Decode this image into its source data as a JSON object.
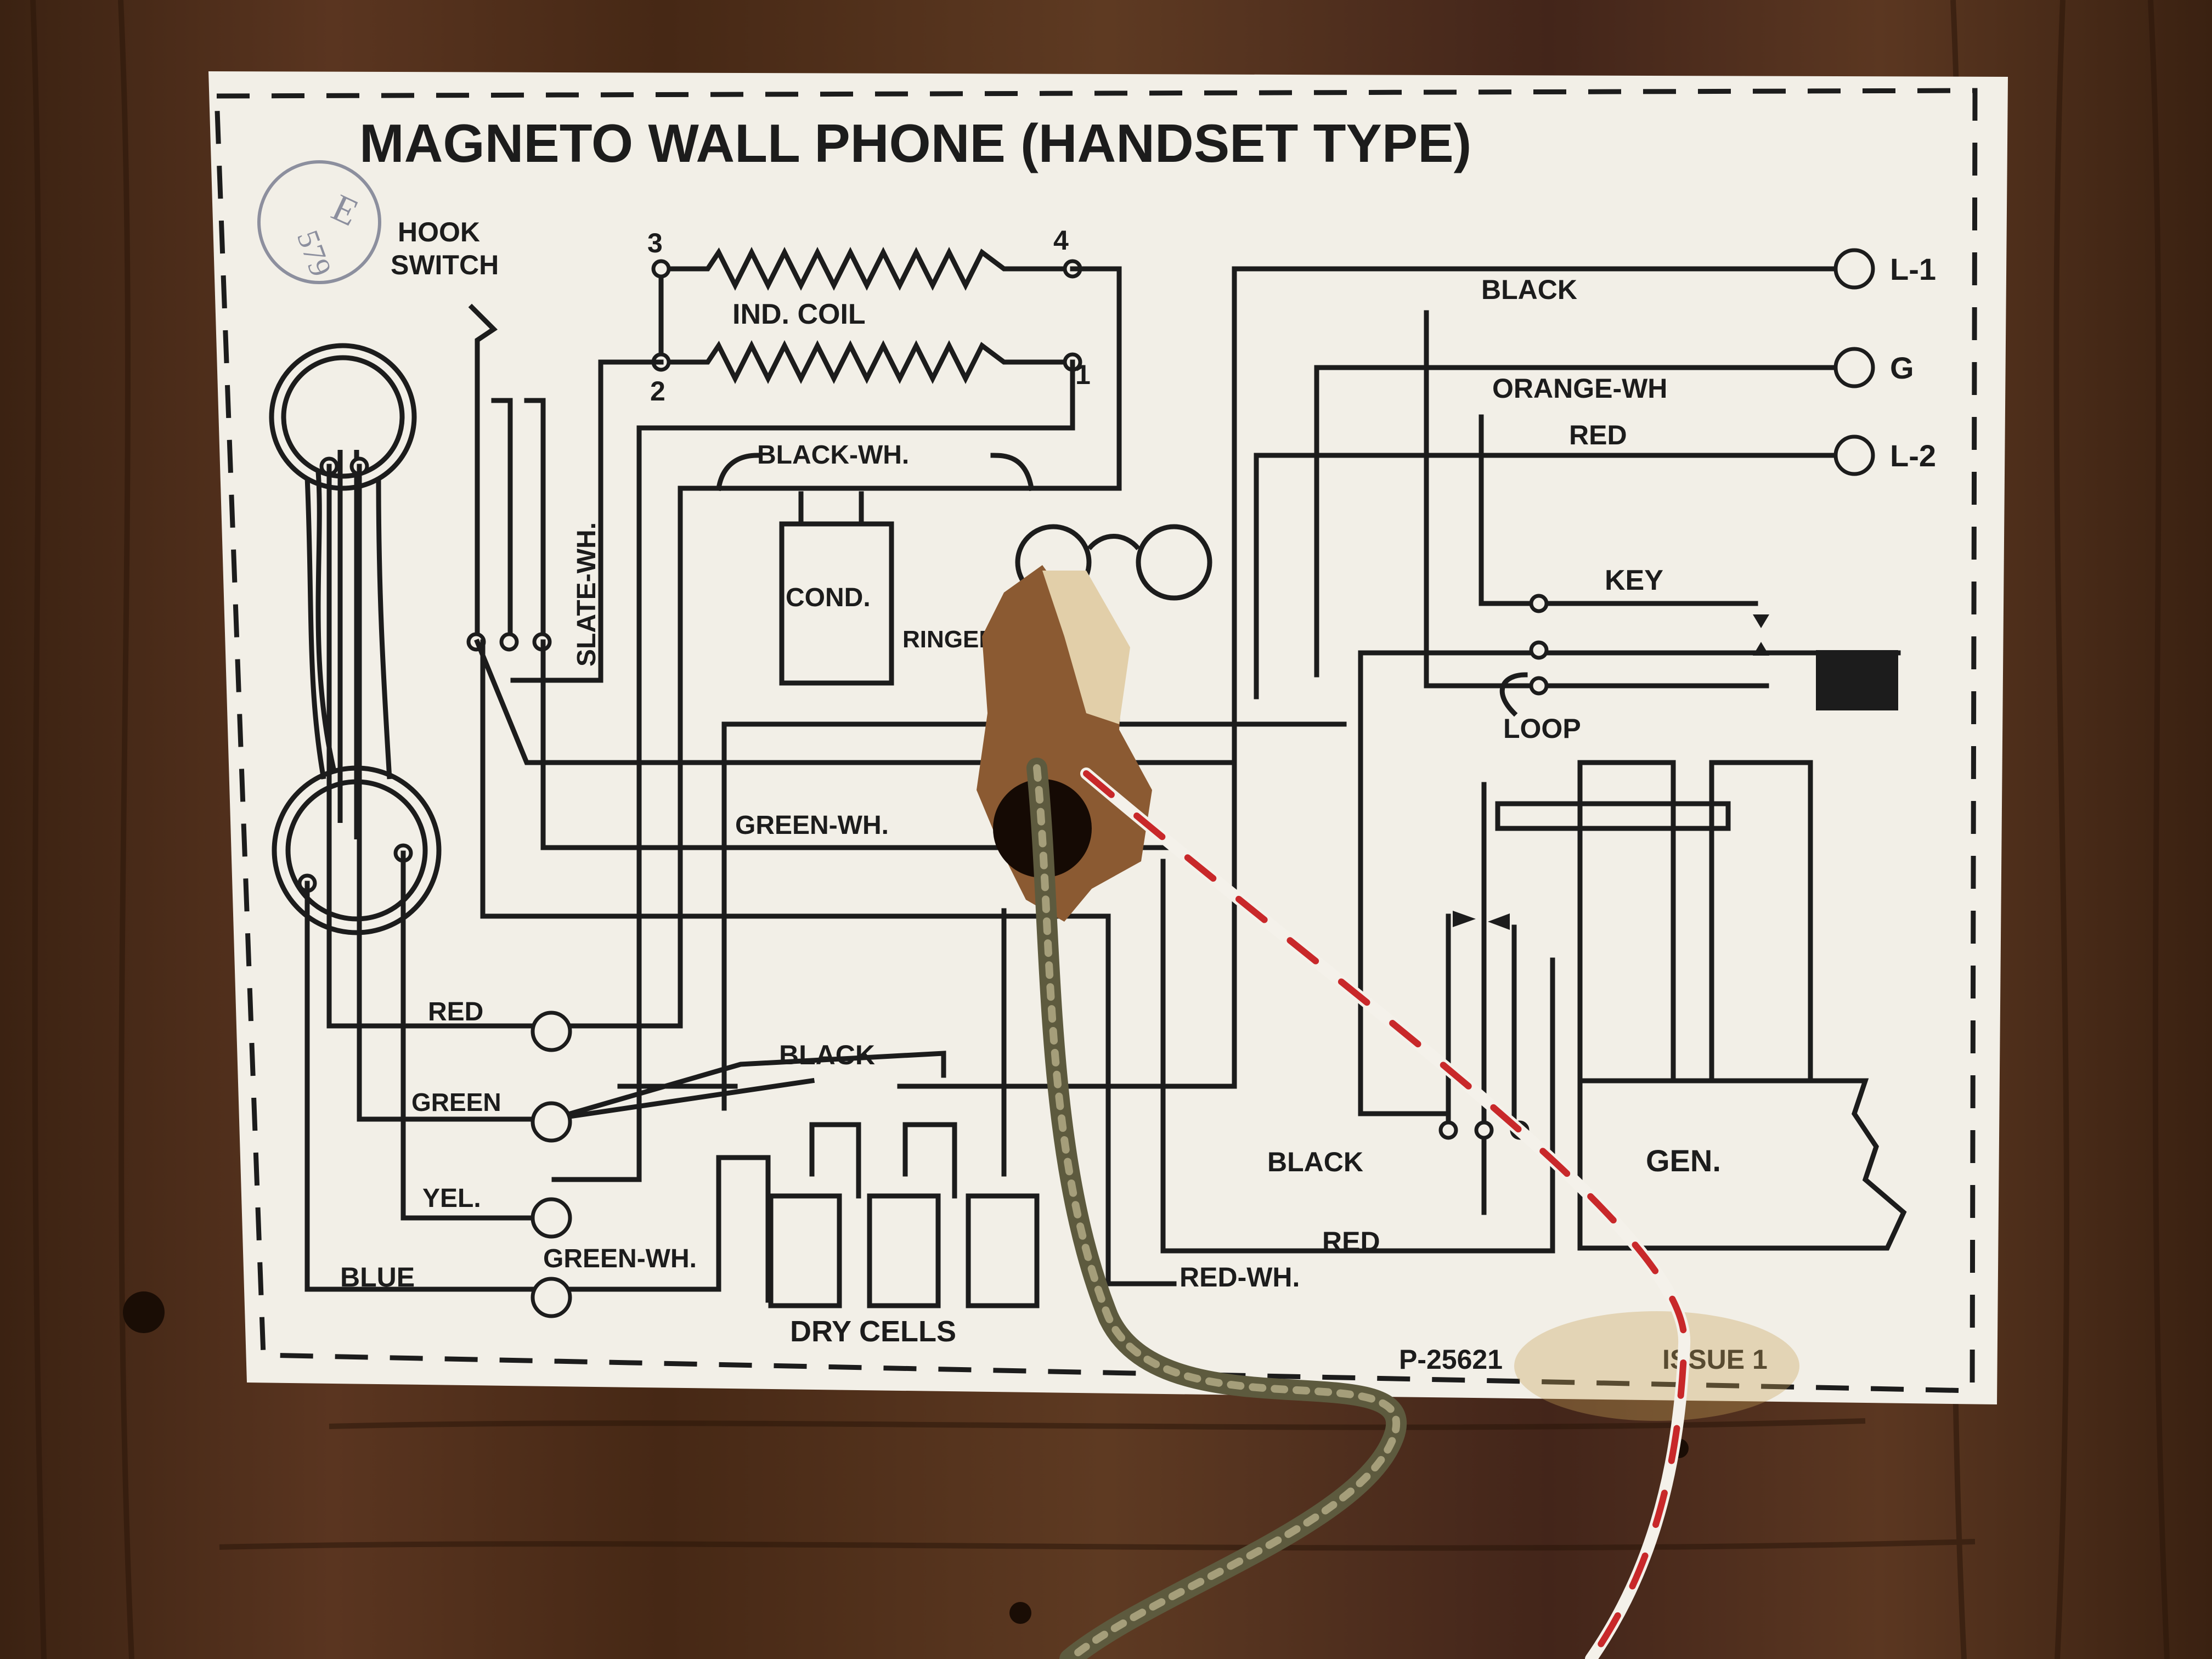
{
  "colors": {
    "paper": "#f2efe7",
    "ink": "#1c1c1c",
    "wood_dark": "#3a2010",
    "wood_mid": "#5a3620",
    "stamp": "#6b6f86",
    "cord_red": "#c8282a",
    "cord_white": "#f4f1ea",
    "cord_braid": "#5d5a3e"
  },
  "diagram": {
    "title": "MAGNETO WALL PHONE (HANDSET TYPE)",
    "stamp_letter": "E",
    "stamp_number": "579",
    "drawing_number": "P-25621",
    "issue": "ISSUE 1",
    "labels": {
      "hook_switch_1": "HOOK",
      "hook_switch_2": "SWITCH",
      "coil_terminal_3": "3",
      "coil_terminal_4": "4",
      "coil_terminal_2": "2",
      "coil_terminal_1": "1",
      "ind_coil": "IND. COIL",
      "slate_wh": "SLATE-WH.",
      "black_wh": "BLACK-WH.",
      "cond": "COND.",
      "ringer": "RINGER",
      "black_top": "BLACK",
      "orange_wh": "ORANGE-WH",
      "red_top": "RED",
      "l1": "L-1",
      "g": "G",
      "l2": "L-2",
      "key": "KEY",
      "loop": "LOOP",
      "green_wh_mid": "GREEN-WH.",
      "red_left": "RED",
      "green_left": "GREEN",
      "yel": "YEL.",
      "blue": "BLUE",
      "green_wh_bottom": "GREEN-WH.",
      "black_mid": "BLACK",
      "dry_cells": "DRY CELLS",
      "black_gen": "BLACK",
      "red_gen": "RED",
      "red_wh": "RED-WH.",
      "gen": "GEN."
    }
  }
}
